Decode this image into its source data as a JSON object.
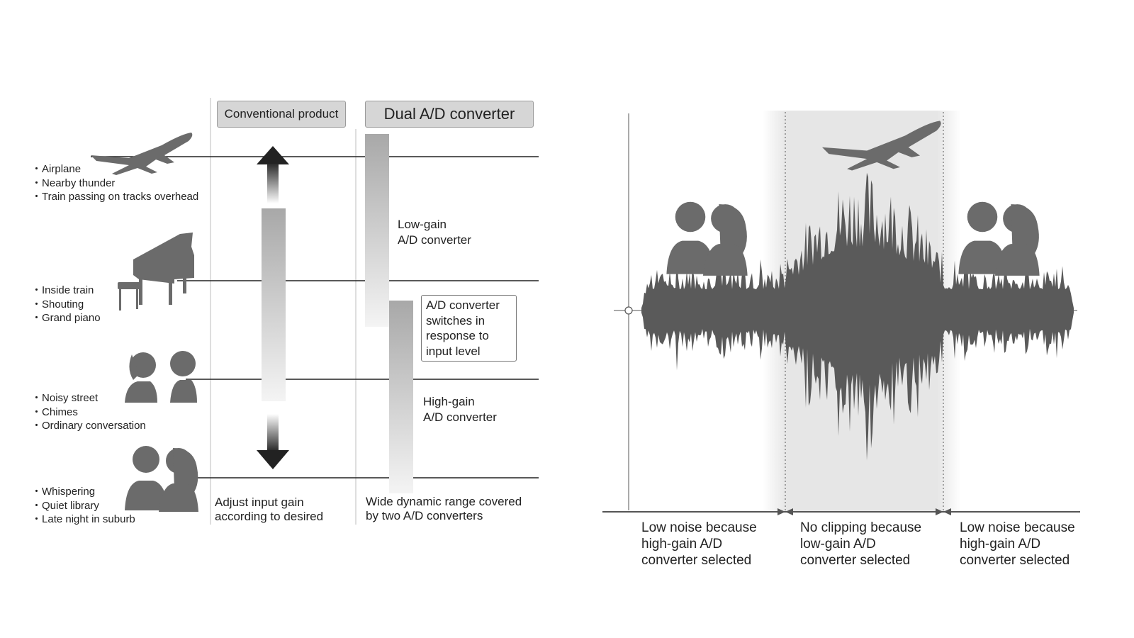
{
  "left_panel": {
    "sound_sources": [
      {
        "items": [
          "Airplane",
          "Nearby thunder",
          "Train passing on tracks overhead"
        ],
        "icon": "airplane-icon"
      },
      {
        "items": [
          "Inside train",
          "Shouting",
          "Grand piano"
        ],
        "icon": "grand-piano-icon"
      },
      {
        "items": [
          "Noisy street",
          "Chimes",
          "Ordinary conversation"
        ],
        "icon": "conversation-icon"
      },
      {
        "items": [
          "Whispering",
          "Quiet library",
          "Late night in suburb"
        ],
        "icon": "whisper-icon"
      }
    ],
    "bullet": "・",
    "conventional_header": "Conventional product",
    "dual_header": "Dual A/D converter",
    "low_gain_label": [
      "Low-gain",
      "A/D converter"
    ],
    "high_gain_label": [
      "High-gain",
      "A/D converter"
    ],
    "switch_note": [
      "A/D converter",
      "switches in",
      "response to",
      "input level"
    ],
    "conventional_caption": [
      "Adjust input gain",
      "according to desired"
    ],
    "dual_caption": [
      "Wide dynamic range covered",
      "by two A/D converters"
    ]
  },
  "right_panel": {
    "segments": [
      {
        "label": [
          "Low noise because",
          "high-gain A/D",
          "converter selected"
        ],
        "icon": "whisper-icon"
      },
      {
        "label": [
          "No clipping because",
          "low-gain A/D",
          "converter selected"
        ],
        "icon": "airplane-icon"
      },
      {
        "label": [
          "Low noise because",
          "high-gain A/D",
          "converter selected"
        ],
        "icon": "whisper-icon"
      }
    ]
  },
  "colors": {
    "silhouette": "#6b6b6b",
    "waveform": "#5a5a5a",
    "highlight_band": "#e6e6e6",
    "header_fill": "#d6d6d6"
  }
}
